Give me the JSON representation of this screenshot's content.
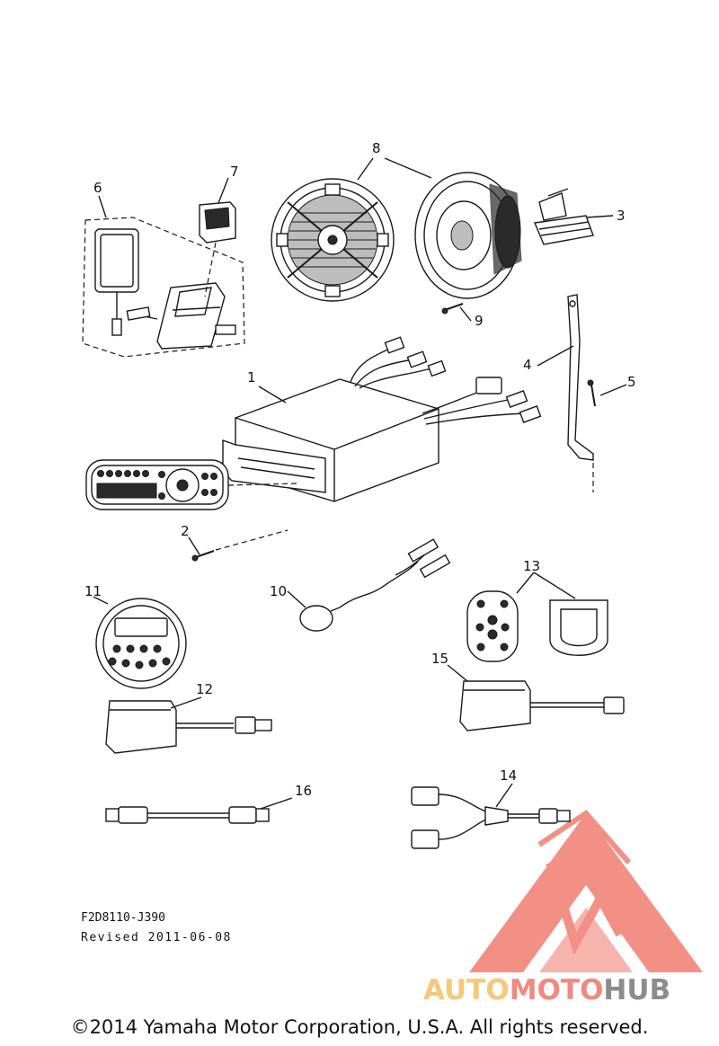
{
  "callouts": [
    "1",
    "2",
    "3",
    "4",
    "5",
    "6",
    "7",
    "8",
    "9",
    "10",
    "11",
    "12",
    "13",
    "14",
    "15",
    "16"
  ],
  "diagram_code": "F2D8110-J390",
  "revised": "Revised  2011-06-08",
  "copyright": "©2014 Yamaha Motor Corporation, U.S.A. All rights reserved.",
  "watermark": {
    "part1": "AUTO",
    "part2": "MOTO",
    "part3": "HUB",
    "colors": {
      "auto": "#f5c97a",
      "moto": "#f08a80",
      "hub": "#8c8c8c",
      "triangle": "#f07d72"
    }
  }
}
